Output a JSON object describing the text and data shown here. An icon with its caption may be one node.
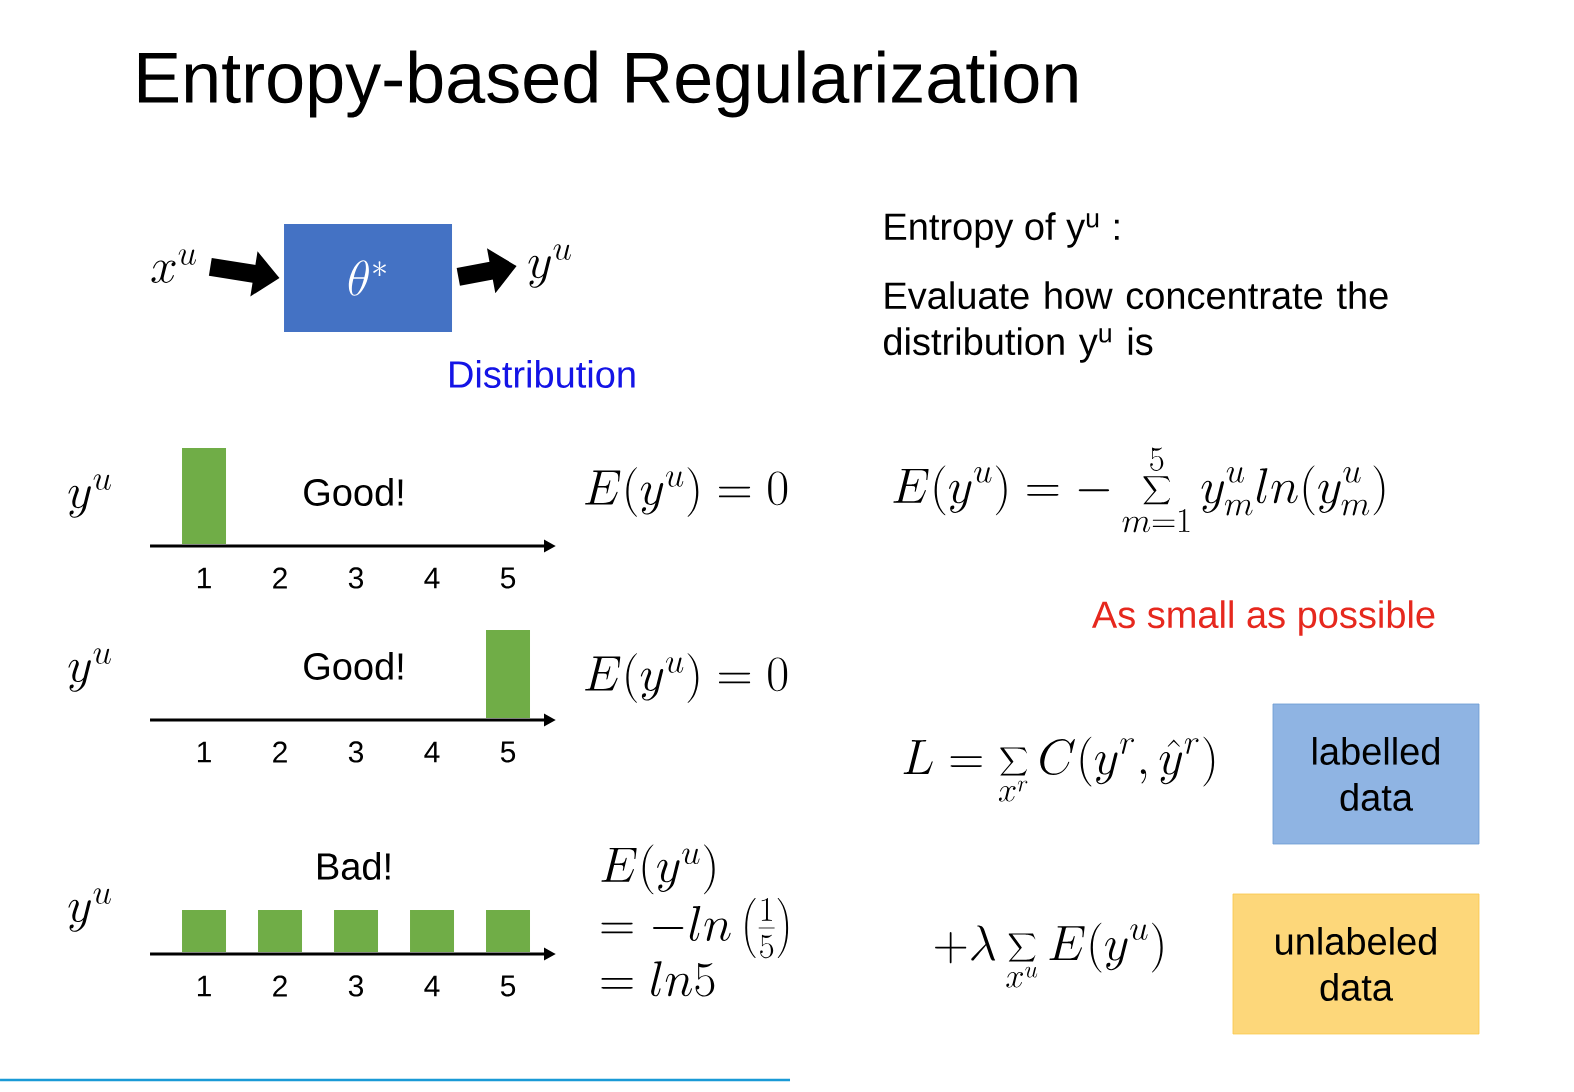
{
  "diagram": {
    "title": "Entropy-based Regularization",
    "nodes": [
      {
        "text": [
          "x^{u}"
        ]
      },
      {
        "text": [
          "\\theta^{*}"
        ]
      },
      {
        "text": [
          "y^{u}"
        ]
      },
      {
        "text": [
          "labelled data"
        ]
      },
      {
        "text": [
          "unlabeled data"
        ]
      }
    ],
    "edges": [
      {
        "from": 0,
        "to": 1,
        "arrow": "to"
      },
      {
        "from": 1,
        "to": 2,
        "arrow": "to"
      }
    ],
    "labels": [
      "Distribution",
      "Entropy of y$^{u}$ :",
      "Evaluate how concentrate the distribution y$^{u}$ is",
      "y^{u}",
      "Good!",
      "1",
      "2",
      "3",
      "4",
      "5",
      "E(y^{u})=0",
      "E(y^{u})=-\\sum_{m=1}^{5}y^{u}_{m}ln(y^{u}_{m})",
      "As small as possible",
      "y^{u}",
      "Good!",
      "1",
      "2",
      "3",
      "4",
      "5",
      "E(y^{u})=0",
      "L=\\sum_{x^{r}}C(y^{r},\\hat{y}^{r})",
      "y^{u}",
      "Bad!",
      "1",
      "2",
      "3",
      "4",
      "5",
      "\\begin{array}{l}E(y^{u})\\\\=-ln\\left(\\frac{1}{5}\\right)\\\\=ln5\\end{array}",
      "+\\lambda\\sum_{x^{u}}E(y^{u})"
    ]
  }
}
